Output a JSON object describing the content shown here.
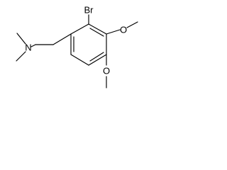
{
  "molecule": {
    "atoms": {
      "bromine": "Br",
      "amine_nitrogen": "N",
      "oxygen_para": "O",
      "oxygen_meta": "O"
    }
  },
  "colors": {
    "bonds": "#000000",
    "labels": "#000000",
    "background": "#ffffff"
  }
}
